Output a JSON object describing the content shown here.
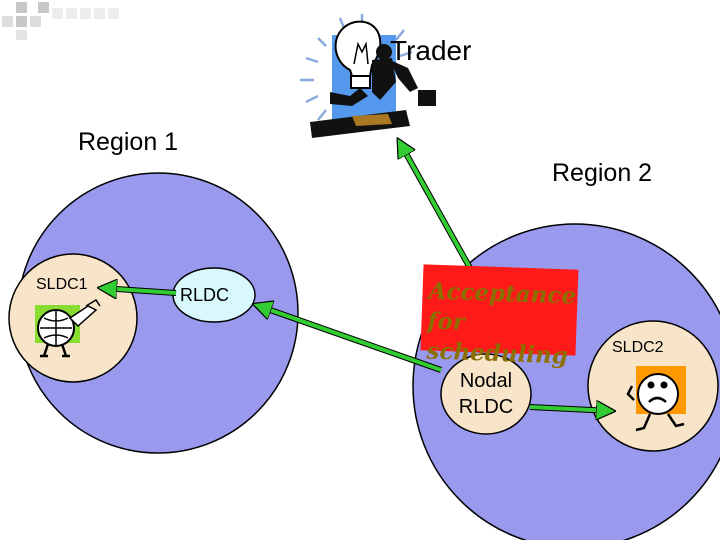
{
  "title": "Trader",
  "regions": {
    "region1": "Region 1",
    "region2": "Region 2"
  },
  "nodes": {
    "sldc1": "SLDC1",
    "rldc": "RLDC",
    "nodal_line1": "Nodal",
    "nodal_line2": "RLDC",
    "sldc2": "SLDC2"
  },
  "acceptance": {
    "line1": "Acceptance",
    "line2": "for scheduling"
  },
  "colors": {
    "region_fill": "#9999ee",
    "node_fill": "#f8e4c8",
    "rldc_fill": "#d8f8fc",
    "arrow": "#33cc33",
    "acceptance_fill": "#ff1a1a"
  },
  "icons": [
    "bulb-businessman-clipart",
    "globe-clipart",
    "worried-face-clipart"
  ]
}
